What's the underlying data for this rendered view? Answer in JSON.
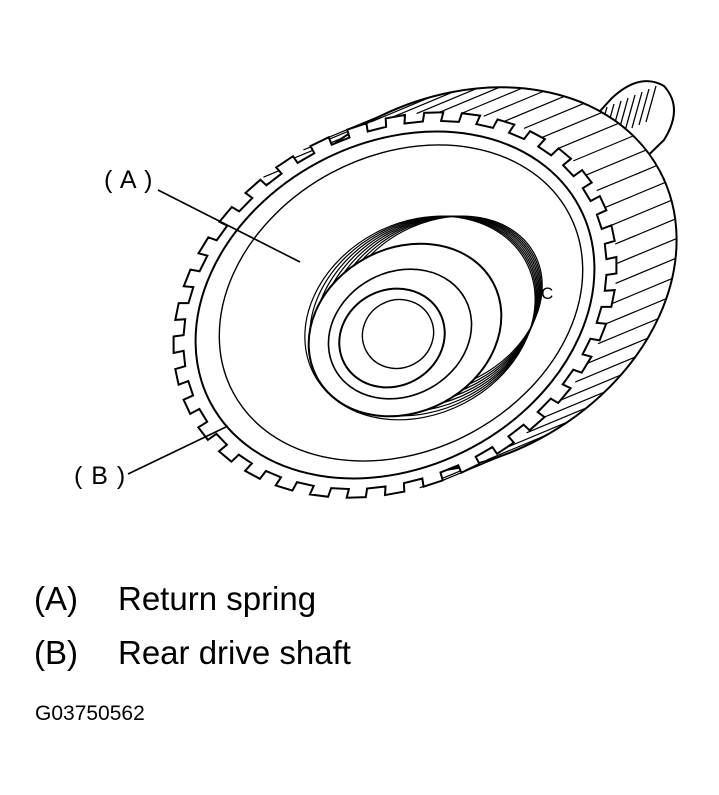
{
  "callouts": {
    "a": "( A )",
    "b": "( B )",
    "c": "C"
  },
  "legend": [
    {
      "key": "(A)",
      "label": "Return spring"
    },
    {
      "key": "(B)",
      "label": "Rear drive shaft"
    }
  ],
  "figure_id": "G03750562",
  "colors": {
    "ink": "#000000",
    "paper": "#ffffff"
  }
}
